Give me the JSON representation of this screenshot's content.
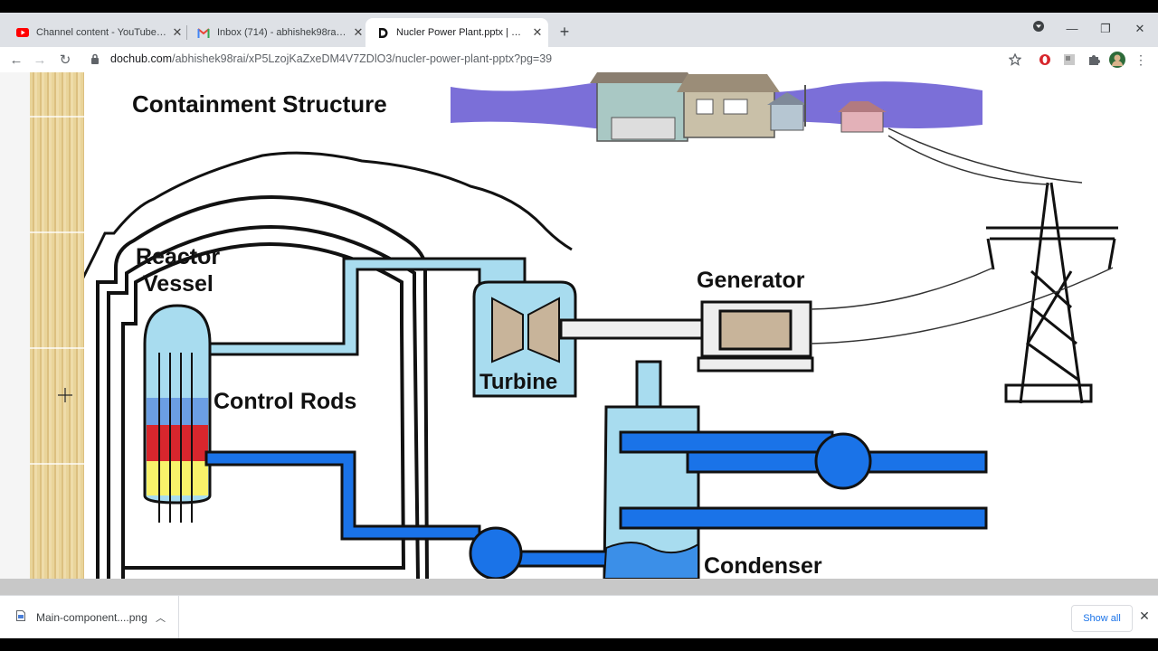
{
  "tabs": [
    {
      "title": "Channel content - YouTube Studio",
      "icon": "youtube-icon"
    },
    {
      "title": "Inbox (714) - abhishek98rai@gmail.com",
      "icon": "gmail-icon"
    },
    {
      "title": "Nucler Power Plant.pptx | DocHub",
      "icon": "dochub-icon",
      "active": true
    }
  ],
  "address": {
    "domain": "dochub.com",
    "path": "/abhishek98rai/xP5LzojKaZxeDM4V7ZDlO3/nucler-power-plant-pptx?pg=39"
  },
  "diagram": {
    "containment": "Containment Structure",
    "reactor_line1": "Reactor",
    "reactor_line2": "Vessel",
    "control_rods": "Control Rods",
    "generator": "Generator",
    "turbine": "Turbine",
    "condenser": "Condenser"
  },
  "download": {
    "filename": "Main-component....png",
    "show_all": "Show all"
  },
  "colors": {
    "water_light": "#a8dcef",
    "water_blue": "#1a73e8",
    "sky": "#7b6fd8",
    "heat_red": "#d8262d",
    "heat_yellow": "#f8f26a"
  }
}
